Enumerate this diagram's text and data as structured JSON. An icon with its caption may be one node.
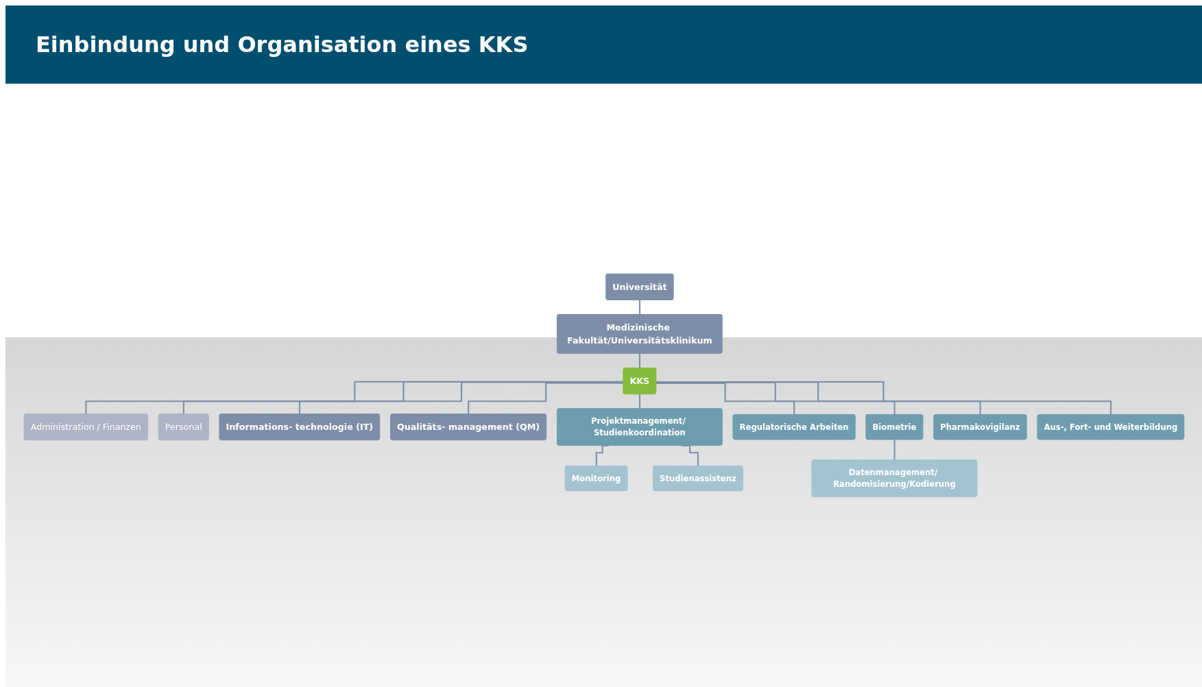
{
  "diagram": {
    "title": "Einbindung und Organisation eines KKS",
    "nodes": [
      {
        "text": [
          "Universität"
        ]
      },
      {
        "text": [
          "Medizinische Fakultät/Universitätsklinikum"
        ]
      },
      {
        "text": [
          "KKS"
        ]
      },
      {
        "text": [
          "Administration / Finanzen"
        ]
      },
      {
        "text": [
          "Personal"
        ]
      },
      {
        "text": [
          "Informations- technologie (IT)"
        ]
      },
      {
        "text": [
          "Qualitäts- management (QM)"
        ]
      },
      {
        "text": [
          "Projektmanagement/ Studienkoordination"
        ]
      },
      {
        "text": [
          "Regulatorische Arbeiten"
        ]
      },
      {
        "text": [
          "Biometrie"
        ]
      },
      {
        "text": [
          "Pharmakovigilanz"
        ]
      },
      {
        "text": [
          "Aus-, Fort- und Weiterbildung"
        ]
      },
      {
        "text": [
          "Monitoring"
        ]
      },
      {
        "text": [
          "Studienassistenz"
        ]
      },
      {
        "text": [
          "Datenmanagement/ Randomisierung/Kodierung"
        ]
      }
    ],
    "edges": [
      {
        "from": 0,
        "to": 1,
        "arrow": "none"
      },
      {
        "from": 1,
        "to": 2,
        "arrow": "none"
      },
      {
        "from": 2,
        "to": 3,
        "arrow": "none"
      },
      {
        "from": 2,
        "to": 4,
        "arrow": "none"
      },
      {
        "from": 2,
        "to": 5,
        "arrow": "none"
      },
      {
        "from": 2,
        "to": 6,
        "arrow": "none"
      },
      {
        "from": 2,
        "to": 7,
        "arrow": "none"
      },
      {
        "from": 2,
        "to": 8,
        "arrow": "none"
      },
      {
        "from": 2,
        "to": 9,
        "arrow": "none"
      },
      {
        "from": 2,
        "to": 10,
        "arrow": "none"
      },
      {
        "from": 2,
        "to": 11,
        "arrow": "none"
      },
      {
        "from": 7,
        "to": 12,
        "arrow": "none"
      },
      {
        "from": 7,
        "to": 13,
        "arrow": "none"
      },
      {
        "from": 9,
        "to": 14,
        "arrow": "none"
      }
    ]
  }
}
